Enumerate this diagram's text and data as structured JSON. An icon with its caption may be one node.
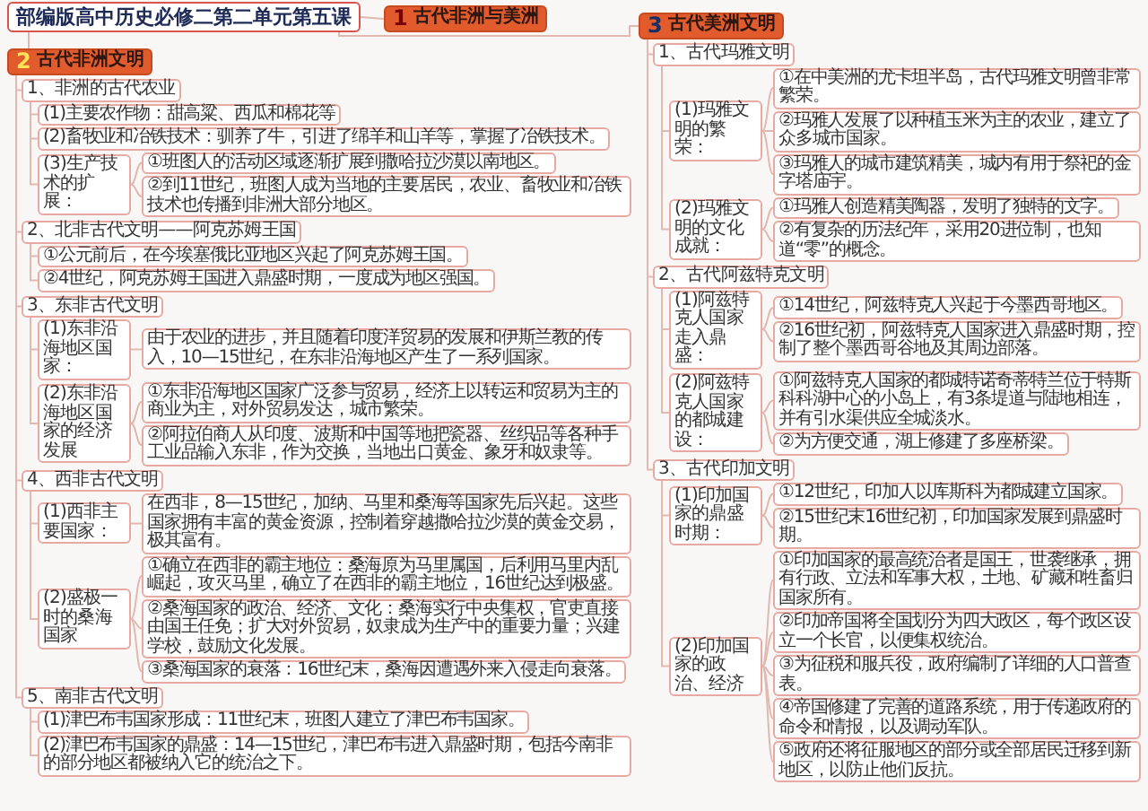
{
  "diagram": {
    "nodes": [
      {
        "text": [
          "部编版高中历史必修二第二单元第五课"
        ]
      },
      {
        "text": [
          "1",
          "古代非洲与美洲"
        ]
      },
      {
        "text": [
          "2",
          "古代非洲文明"
        ]
      },
      {
        "text": [
          "1、非洲的古代农业"
        ]
      },
      {
        "text": [
          "(1)主要农作物：甜高粱、西瓜和棉花等"
        ]
      },
      {
        "text": [
          "(2)畜牧业和冶铁技术：驯养了牛，引进了绵羊和山羊等，掌握了冶铁技术。"
        ]
      },
      {
        "text": [
          "(3)生产技术的扩展："
        ]
      },
      {
        "text": [
          "①班图人的活动区域逐渐扩展到撒哈拉沙漠以南地区。"
        ]
      },
      {
        "text": [
          "②到11世纪，班图人成为当地的主要居民，农业、畜牧业和冶铁技术也传播到非洲大部分地区。"
        ]
      },
      {
        "text": [
          "2、北非古代文明——阿克苏姆王国"
        ]
      },
      {
        "text": [
          "①公元前后，在今埃塞俄比亚地区兴起了阿克苏姆王国。"
        ]
      },
      {
        "text": [
          "②4世纪，阿克苏姆王国进入鼎盛时期，一度成为地区强国。"
        ]
      },
      {
        "text": [
          "3、东非古代文明"
        ]
      },
      {
        "text": [
          "(1)东非沿海地区国家："
        ]
      },
      {
        "text": [
          "由于农业的进步，并且随着印度洋贸易的发展和伊斯兰教的传入，10—15世纪，在东非沿海地区产生了一系列国家。"
        ]
      },
      {
        "text": [
          "(2)东非沿海地区国家的经济发展"
        ]
      },
      {
        "text": [
          "①东非沿海地区国家广泛参与贸易，经济上以转运和贸易为主的商业为主，对外贸易发达，城市繁荣。"
        ]
      },
      {
        "text": [
          "②阿拉伯商人从印度、波斯和中国等地把瓷器、丝织品等各种手工业品输入东非，作为交换，当地出口黄金、象牙和奴隶等。"
        ]
      },
      {
        "text": [
          "4、西非古代文明"
        ]
      },
      {
        "text": [
          "(1)西非主要国家："
        ]
      },
      {
        "text": [
          "在西非，8—15世纪，加纳、马里和桑海等国家先后兴起。这些国家拥有丰富的黄金资源，控制着穿越撒哈拉沙漠的黄金交易，极其富有。"
        ]
      },
      {
        "text": [
          "(2)盛极一时的桑海国家"
        ]
      },
      {
        "text": [
          "①确立在西非的霸主地位：桑海原为马里属国，后利用马里内乱崛起，攻灭马里，确立了在西非的霸主地位，16世纪达到极盛。"
        ]
      },
      {
        "text": [
          "②桑海国家的政治、经济、文化：桑海实行中央集权，官吏直接由国王任免；扩大对外贸易，奴隶成为生产中的重要力量；兴建学校，鼓励文化发展。"
        ]
      },
      {
        "text": [
          "③桑海国家的衰落：16世纪末，桑海因遭遇外来入侵走向衰落。"
        ]
      },
      {
        "text": [
          "5、南非古代文明"
        ]
      },
      {
        "text": [
          "(1)津巴布韦国家形成：11世纪末，班图人建立了津巴布韦国家。"
        ]
      },
      {
        "text": [
          "(2)津巴布韦国家的鼎盛：14—15世纪，津巴布韦进入鼎盛时期，包括今南非的部分地区都被纳入它的统治之下。"
        ]
      },
      {
        "text": [
          "3",
          "古代美洲文明"
        ]
      },
      {
        "text": [
          "1、古代玛雅文明"
        ]
      },
      {
        "text": [
          "(1)玛雅文明的繁荣："
        ]
      },
      {
        "text": [
          "①在中美洲的尤卡坦半岛，古代玛雅文明曾非常繁荣。"
        ]
      },
      {
        "text": [
          "②玛雅人发展了以种植玉米为主的农业，建立了众多城市国家。"
        ]
      },
      {
        "text": [
          "③玛雅人的城市建筑精美，城内有用于祭祀的金字塔庙宇。"
        ]
      },
      {
        "text": [
          "(2)玛雅文明的文化成就："
        ]
      },
      {
        "text": [
          "①玛雅人创造精美陶器，发明了独特的文字。"
        ]
      },
      {
        "text": [
          "②有复杂的历法纪年，采用20进位制，也知道“零”的概念。"
        ]
      },
      {
        "text": [
          "2、古代阿兹特克文明"
        ]
      },
      {
        "text": [
          "(1)阿兹特克人国家走入鼎盛："
        ]
      },
      {
        "text": [
          "①14世纪，阿兹特克人兴起于今墨西哥地区。"
        ]
      },
      {
        "text": [
          "②16世纪初，阿兹特克人国家进入鼎盛时期，控制了整个墨西哥谷地及其周边部落。"
        ]
      },
      {
        "text": [
          "(2)阿兹特克人国家的都城建设："
        ]
      },
      {
        "text": [
          "①阿兹特克人国家的都城特诺奇蒂特兰位于特斯科科湖中心的小岛上，有3条堤道与陆地相连，并有引水渠供应全城淡水。"
        ]
      },
      {
        "text": [
          "②为方便交通，湖上修建了多座桥梁。"
        ]
      },
      {
        "text": [
          "3、古代印加文明"
        ]
      },
      {
        "text": [
          "(1)印加国家的鼎盛时期："
        ]
      },
      {
        "text": [
          "①12世纪，印加人以库斯科为都城建立国家。"
        ]
      },
      {
        "text": [
          "②15世纪末16世纪初，印加国家发展到鼎盛时期。"
        ]
      },
      {
        "text": [
          "(2)印加国家的政治、经济"
        ]
      },
      {
        "text": [
          "①印加国家的最高统治者是国王，世袭继承，拥有行政、立法和军事大权，土地、矿藏和牲畜归国家所有。"
        ]
      },
      {
        "text": [
          "②印加帝国将全国划分为四大政区，每个政区设立一个长官，以便集权统治。"
        ]
      },
      {
        "text": [
          "③为征税和服兵役，政府编制了详细的人口普查表。"
        ]
      },
      {
        "text": [
          "④帝国修建了完善的道路系统，用于传递政府的命令和情报，以及调动军队。"
        ]
      },
      {
        "text": [
          "⑤政府还将征服地区的部分或全部居民迁移到新地区，以防止他们反抗。"
        ]
      }
    ],
    "edges": [
      {
        "from": 0,
        "to": 1,
        "arrow": "none"
      },
      {
        "from": 0,
        "to": 2,
        "arrow": "none"
      },
      {
        "from": 0,
        "to": 28,
        "arrow": "none"
      },
      {
        "from": 2,
        "to": 3,
        "arrow": "none"
      },
      {
        "from": 2,
        "to": 9,
        "arrow": "none"
      },
      {
        "from": 2,
        "to": 12,
        "arrow": "none"
      },
      {
        "from": 2,
        "to": 18,
        "arrow": "none"
      },
      {
        "from": 2,
        "to": 25,
        "arrow": "none"
      },
      {
        "from": 3,
        "to": 4,
        "arrow": "none"
      },
      {
        "from": 3,
        "to": 5,
        "arrow": "none"
      },
      {
        "from": 3,
        "to": 6,
        "arrow": "none"
      },
      {
        "from": 6,
        "to": 7,
        "arrow": "none"
      },
      {
        "from": 6,
        "to": 8,
        "arrow": "none"
      },
      {
        "from": 9,
        "to": 10,
        "arrow": "none"
      },
      {
        "from": 9,
        "to": 11,
        "arrow": "none"
      },
      {
        "from": 12,
        "to": 13,
        "arrow": "none"
      },
      {
        "from": 12,
        "to": 15,
        "arrow": "none"
      },
      {
        "from": 13,
        "to": 14,
        "arrow": "none"
      },
      {
        "from": 15,
        "to": 16,
        "arrow": "none"
      },
      {
        "from": 15,
        "to": 17,
        "arrow": "none"
      },
      {
        "from": 18,
        "to": 19,
        "arrow": "none"
      },
      {
        "from": 18,
        "to": 21,
        "arrow": "none"
      },
      {
        "from": 19,
        "to": 20,
        "arrow": "none"
      },
      {
        "from": 21,
        "to": 22,
        "arrow": "none"
      },
      {
        "from": 21,
        "to": 23,
        "arrow": "none"
      },
      {
        "from": 21,
        "to": 24,
        "arrow": "none"
      },
      {
        "from": 25,
        "to": 26,
        "arrow": "none"
      },
      {
        "from": 25,
        "to": 27,
        "arrow": "none"
      },
      {
        "from": 28,
        "to": 29,
        "arrow": "none"
      },
      {
        "from": 28,
        "to": 37,
        "arrow": "none"
      },
      {
        "from": 28,
        "to": 44,
        "arrow": "none"
      },
      {
        "from": 29,
        "to": 30,
        "arrow": "none"
      },
      {
        "from": 29,
        "to": 34,
        "arrow": "none"
      },
      {
        "from": 30,
        "to": 31,
        "arrow": "none"
      },
      {
        "from": 30,
        "to": 32,
        "arrow": "none"
      },
      {
        "from": 30,
        "to": 33,
        "arrow": "none"
      },
      {
        "from": 34,
        "to": 35,
        "arrow": "none"
      },
      {
        "from": 34,
        "to": 36,
        "arrow": "none"
      },
      {
        "from": 37,
        "to": 38,
        "arrow": "none"
      },
      {
        "from": 37,
        "to": 41,
        "arrow": "none"
      },
      {
        "from": 38,
        "to": 39,
        "arrow": "none"
      },
      {
        "from": 38,
        "to": 40,
        "arrow": "none"
      },
      {
        "from": 41,
        "to": 42,
        "arrow": "none"
      },
      {
        "from": 41,
        "to": 43,
        "arrow": "none"
      },
      {
        "from": 44,
        "to": 45,
        "arrow": "none"
      },
      {
        "from": 44,
        "to": 48,
        "arrow": "none"
      },
      {
        "from": 45,
        "to": 46,
        "arrow": "none"
      },
      {
        "from": 45,
        "to": 47,
        "arrow": "none"
      },
      {
        "from": 48,
        "to": 49,
        "arrow": "none"
      },
      {
        "from": 48,
        "to": 50,
        "arrow": "none"
      },
      {
        "from": 48,
        "to": 51,
        "arrow": "none"
      },
      {
        "from": 48,
        "to": 52,
        "arrow": "none"
      },
      {
        "from": 48,
        "to": 53,
        "arrow": "none"
      }
    ]
  }
}
